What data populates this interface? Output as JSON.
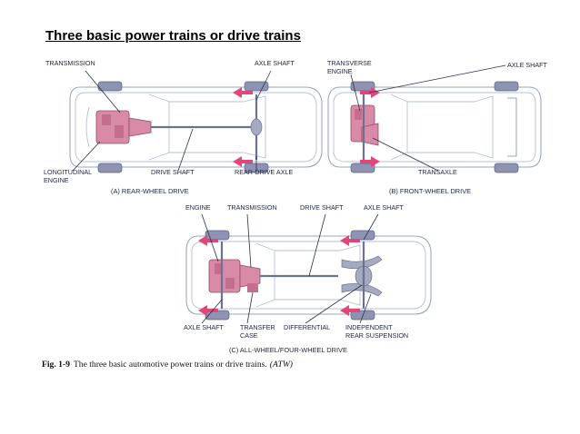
{
  "slide_title": "Three basic power trains or drive trains",
  "figure": {
    "rear_wheel": {
      "caption": "(A)  REAR-WHEEL  DRIVE",
      "labels": {
        "transmission": "TRANSMISSION",
        "axle_shaft": "AXLE SHAFT",
        "longitudinal_1": "LONGITUDINAL",
        "longitudinal_2": "ENGINE",
        "drive_shaft": "DRIVE SHAFT",
        "rear_drive_axle": "REAR-DRIVE  AXLE"
      }
    },
    "front_wheel": {
      "caption": "(B)  FRONT-WHEEL  DRIVE",
      "labels": {
        "transverse_1": "TRANSVERSE",
        "transverse_2": "ENGINE",
        "axle_shaft": "AXLE SHAFT",
        "transaxle": "TRANSAXLE"
      }
    },
    "all_wheel": {
      "caption": "(C)  ALL-WHEEL/FOUR-WHEEL  DRIVE",
      "labels": {
        "engine": "ENGINE",
        "transmission": "TRANSMISSION",
        "drive_shaft": "DRIVE SHAFT",
        "axle_shaft_top": "AXLE SHAFT",
        "axle_shaft_bottom": "AXLE SHAFT",
        "transfer_1": "TRANSFER",
        "transfer_2": "CASE",
        "differential": "DIFFERENTIAL",
        "independent_1": "INDEPENDENT",
        "independent_2": "REAR SUSPENSION"
      }
    },
    "caption_number": "Fig. 1-9",
    "caption_text": "The three basic automotive power trains or drive trains.",
    "caption_credit": "(ATW)"
  },
  "colors": {
    "background": "#ffffff",
    "outline": "#9aa4c6",
    "arrow": "#e2457a",
    "engine": "#d98aa6"
  }
}
